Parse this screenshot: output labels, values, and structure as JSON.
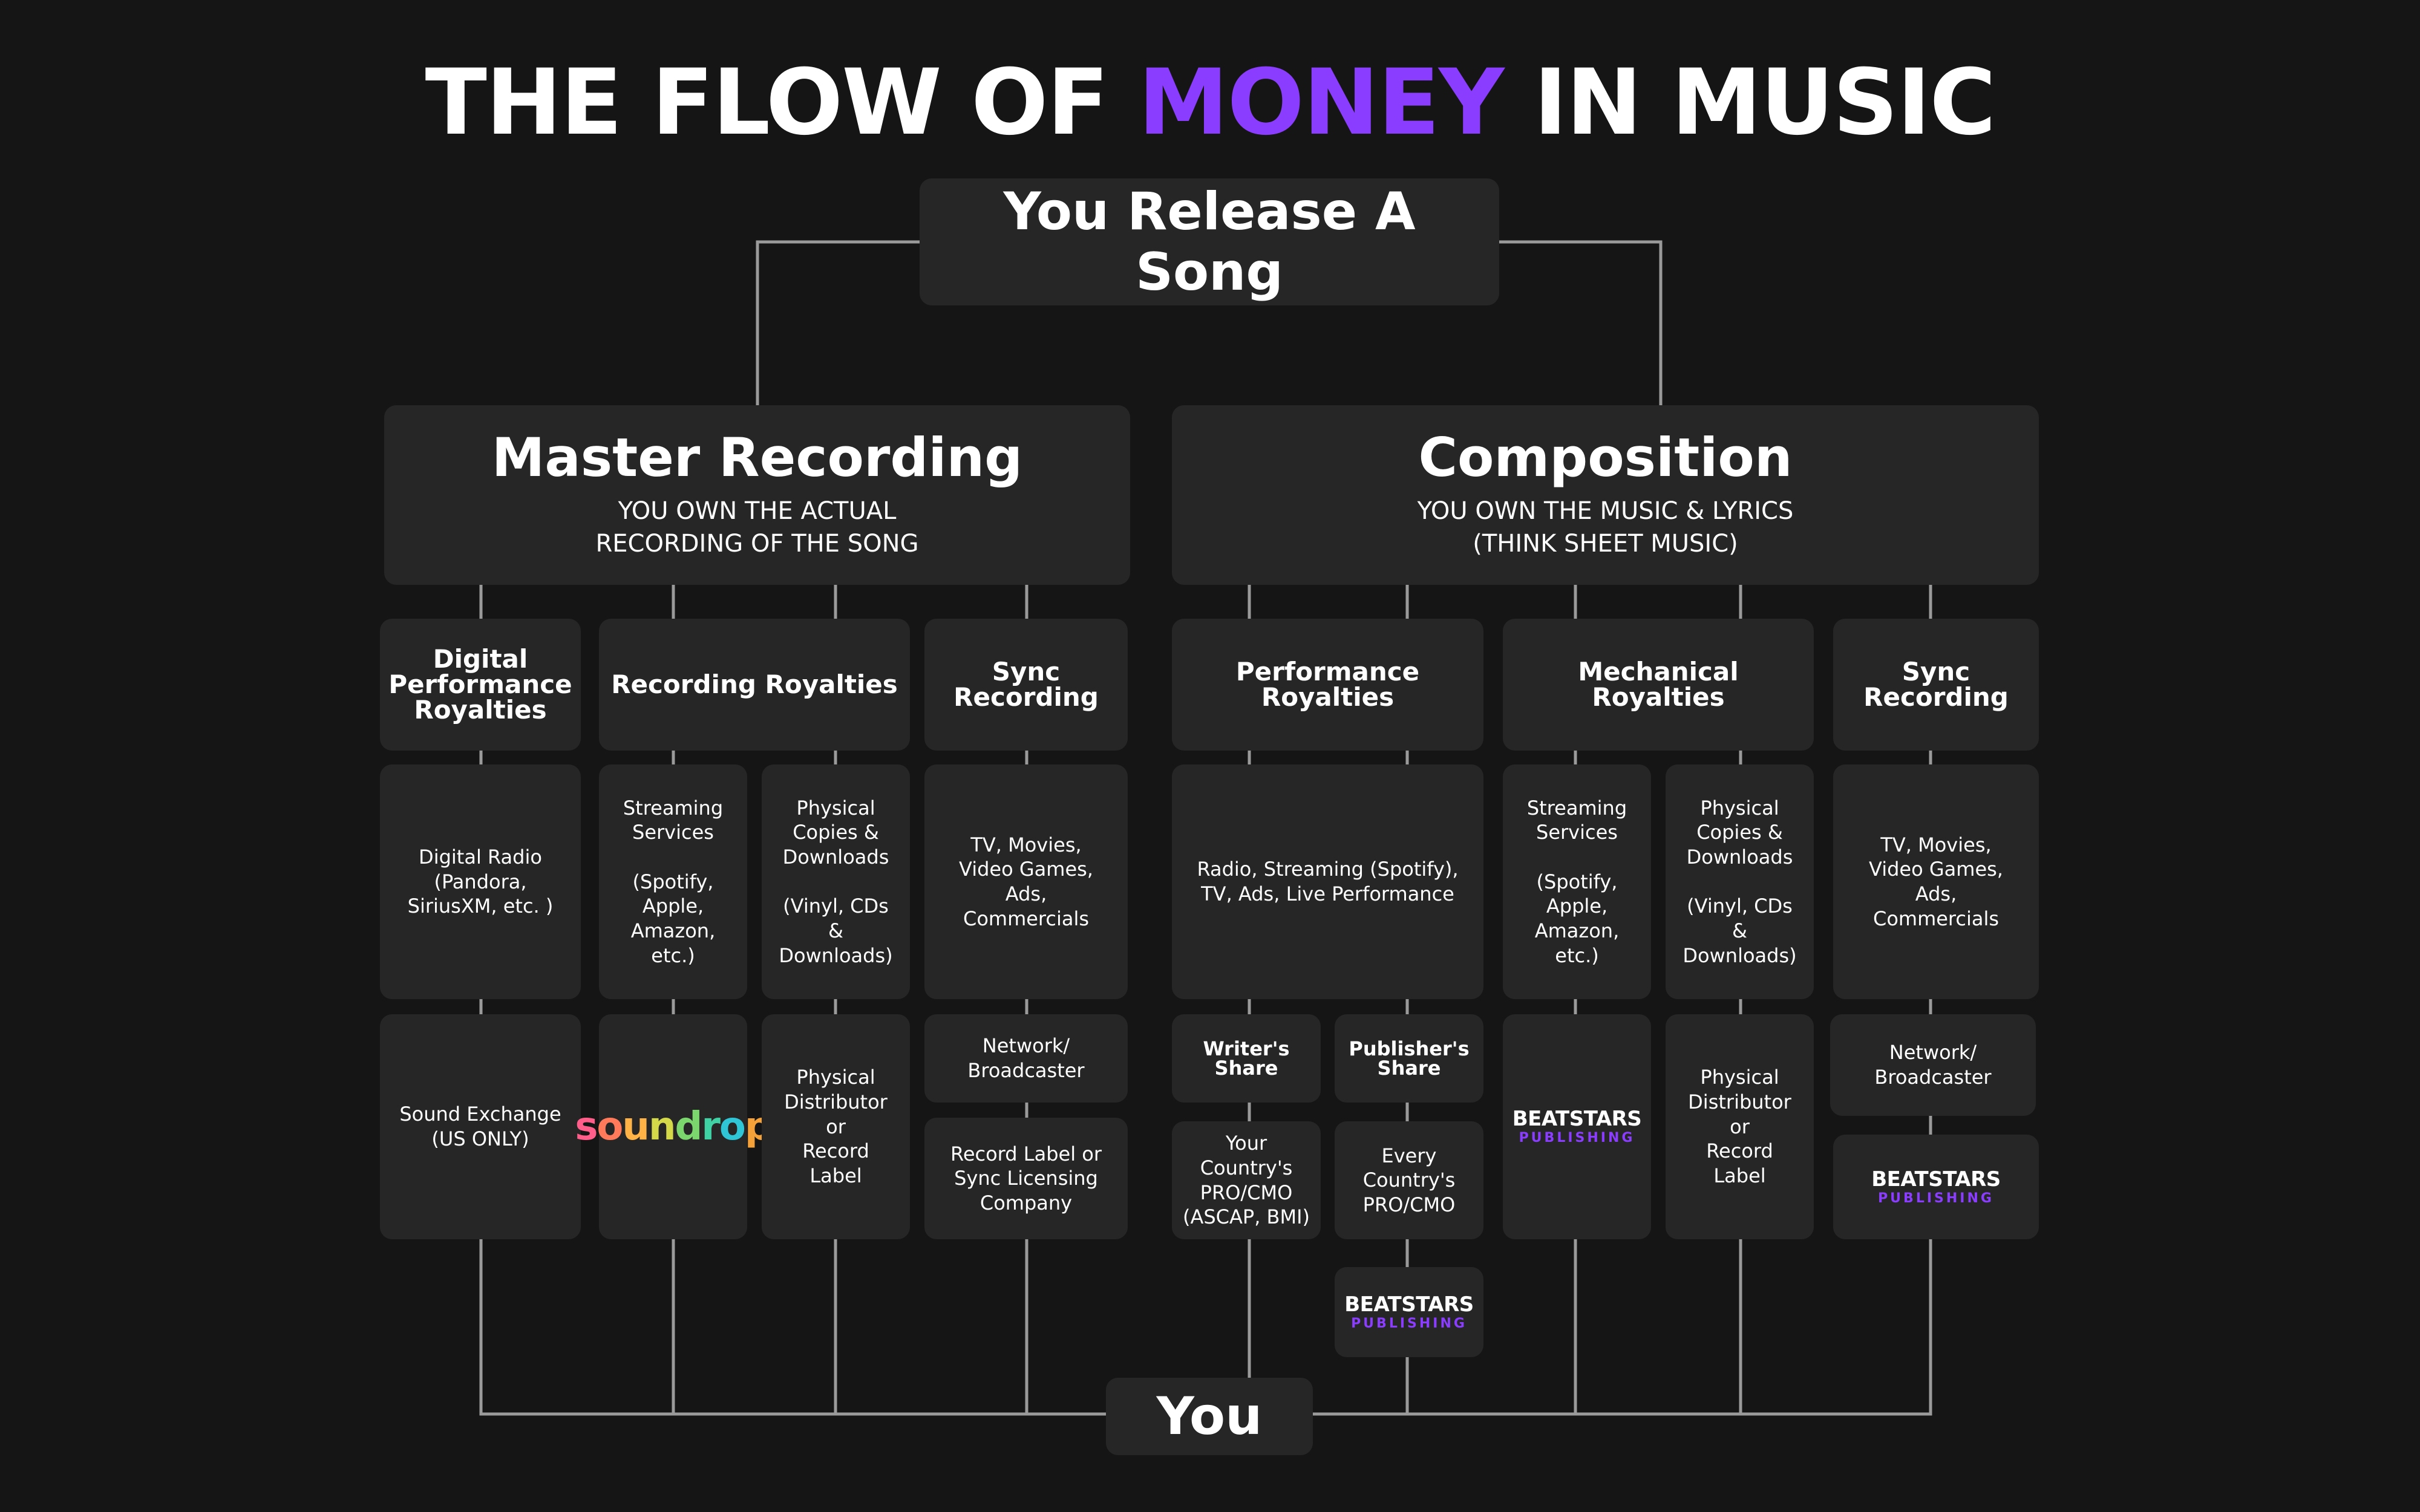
{
  "colors": {
    "background": "#151515",
    "box": "#262626",
    "accent": "#8b3dff",
    "line": "#9a9a9a",
    "text": "#ffffff"
  },
  "title": {
    "before": "THE FLOW OF ",
    "accent": "MONEY",
    "after": " IN MUSIC"
  },
  "release": "You Release A Song",
  "you": "You",
  "master": {
    "title": "Master Recording",
    "subtitle": "YOU OWN THE ACTUAL\nRECORDING OF THE SONG",
    "digital_performance": {
      "label": "Digital\nPerformance\nRoyalties",
      "source": "Digital Radio\n(Pandora,\nSiriusXM, etc. )",
      "collector": "Sound Exchange\n(US ONLY)"
    },
    "recording_royalties": {
      "label": "Recording Royalties",
      "streaming": "Streaming\nServices\n\n(Spotify,\nApple,\nAmazon,\netc.)",
      "physical": "Physical\nCopies &\nDownloads\n\n(Vinyl, CDs\n&\nDownloads)",
      "streaming_collector_logo": "soundrop",
      "physical_collector": "Physical\nDistributor\nor\nRecord\nLabel"
    },
    "sync": {
      "label": "Sync\nRecording",
      "source": "TV, Movies,\nVideo Games,\nAds,\nCommercials",
      "network": "Network/\nBroadcaster",
      "collector": "Record Label or\nSync Licensing\nCompany"
    }
  },
  "composition": {
    "title": "Composition",
    "subtitle": "YOU OWN THE MUSIC & LYRICS\n(THINK SHEET MUSIC)",
    "performance": {
      "label": "Performance\nRoyalties",
      "source": "Radio, Streaming (Spotify),\nTV, Ads, Live Performance",
      "writers_share": "Writer's\nShare",
      "publishers_share": "Publisher's\nShare",
      "writers_collector": "Your Country's\nPRO/CMO\n(ASCAP, BMI)",
      "publishers_collector": "Every\nCountry's\nPRO/CMO"
    },
    "mechanical": {
      "label": "Mechanical Royalties",
      "streaming": "Streaming\nServices\n\n(Spotify,\nApple,\nAmazon,\netc.)",
      "physical": "Physical\nCopies &\nDownloads\n\n(Vinyl, CDs\n&\nDownloads)",
      "physical_collector": "Physical\nDistributor\nor\nRecord\nLabel"
    },
    "sync": {
      "label": "Sync\nRecording",
      "source": "TV, Movies,\nVideo Games,\nAds,\nCommercials",
      "network": "Network/\nBroadcaster"
    }
  },
  "beatstars_logo": {
    "line1": "BEATSTARS",
    "line2": "PUBLISHING"
  }
}
